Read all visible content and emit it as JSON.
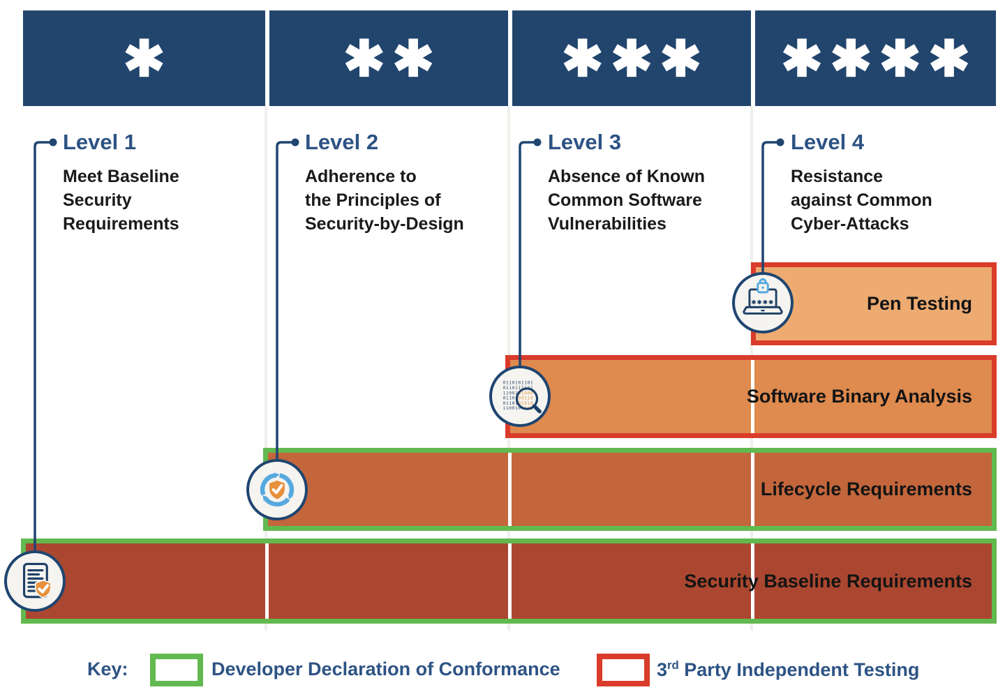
{
  "diagram": {
    "levels": [
      {
        "stars": "✱",
        "name": "Level 1",
        "description": "Meet Baseline\nSecurity\nRequirements"
      },
      {
        "stars": "✱✱",
        "name": "Level 2",
        "description": "Adherence to\nthe Principles of\nSecurity-by-Design"
      },
      {
        "stars": "✱✱✱",
        "name": "Level 3",
        "description": "Absence of Known\nCommon Software\nVulnerabilities"
      },
      {
        "stars": "✱✱✱✱",
        "name": "Level 4",
        "description": "Resistance\nagainst Common\nCyber-Attacks"
      }
    ],
    "bars": [
      {
        "label": "Pen Testing",
        "spans_levels": [
          4
        ],
        "fill": "#EDAB72",
        "border": "#DA3B2B",
        "certification": "3rd Party Independent Testing"
      },
      {
        "label": "Software Binary Analysis",
        "spans_levels": [
          3,
          4
        ],
        "fill": "#DF8A4E",
        "border": "#DA3B2B",
        "certification": "3rd Party Independent Testing"
      },
      {
        "label": "Lifecycle Requirements",
        "spans_levels": [
          2,
          3,
          4
        ],
        "fill": "#C3663C",
        "border": "#62B94F",
        "certification": "Developer Declaration of Conformance"
      },
      {
        "label": "Security Baseline Requirements",
        "spans_levels": [
          1,
          2,
          3,
          4
        ],
        "fill": "#AB4730",
        "border": "#62B94F",
        "certification": "Developer Declaration of Conformance"
      }
    ],
    "icons": {
      "laptop_lock": {
        "screen_text": "✱✱✱✱"
      },
      "binary_magnifier": {
        "rows": [
          "0110101101",
          "0110111101",
          "1100101000",
          "0110100110",
          "0110101010",
          "1100101101"
        ]
      },
      "lifecycle_shield": {
        "meaning": "lifecycle-requirements"
      },
      "document_shield": {
        "meaning": "security-baseline-requirements"
      }
    },
    "key": {
      "label": "Key:",
      "items": [
        {
          "swatch_border": "#62B94F",
          "label": "Developer Declaration of Conformance"
        },
        {
          "swatch_border": "#DA3B2B",
          "prefix": "3",
          "sup": "rd",
          "rest": " Party Independent Testing"
        }
      ]
    },
    "colors": {
      "header_navy": "#21456D",
      "level_title_blue": "#2D5384",
      "connector_navy": "#1F4570",
      "body_text": "#1A1A1A",
      "accent_blue_icon": "#56A9DE",
      "accent_orange_icon": "#E8913C"
    }
  }
}
